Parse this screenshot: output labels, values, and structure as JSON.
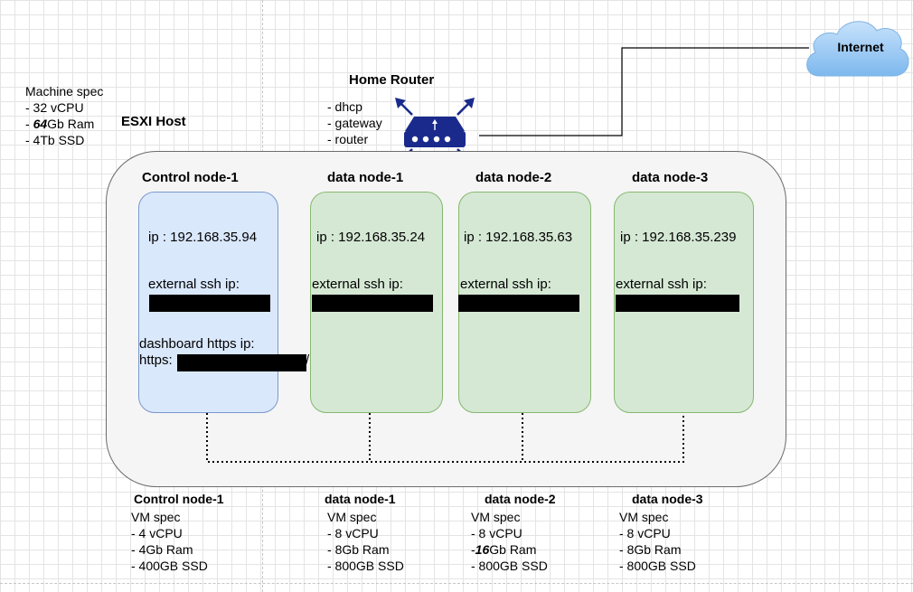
{
  "machine_spec": {
    "title": "Machine spec",
    "lines": [
      "- 32 vCPU",
      "- ",
      "64",
      "Gb Ram",
      "- 4Tb SSD"
    ]
  },
  "esxi_host": {
    "label": "ESXI Host"
  },
  "router": {
    "title": "Home Router",
    "features": [
      "- dhcp",
      "- gateway",
      "- router"
    ]
  },
  "internet": {
    "label": "Internet"
  },
  "nodes": [
    {
      "title": "Control node-1",
      "ip": "ip : 192.168.35.94",
      "external_label": "external ssh ip:",
      "dashboard_label": "dashboard https ip:",
      "dashboard_prefix": "https:",
      "dashboard_suffix": "/",
      "color": "#dae8fc"
    },
    {
      "title": "data node-1",
      "ip": "ip : 192.168.35.24",
      "external_label": "external ssh ip:",
      "color": "#d5e8d4"
    },
    {
      "title": "data node-2",
      "ip": "ip : 192.168.35.63",
      "external_label": "external ssh ip:",
      "color": "#d5e8d4"
    },
    {
      "title": "data node-3",
      "ip": "ip : 192.168.35.239",
      "external_label": "external ssh ip:",
      "color": "#d5e8d4"
    }
  ],
  "vm_specs": [
    {
      "title": "Control node-1",
      "heading": "VM spec",
      "cpu": "- 4 vCPU",
      "ram_prefix": "- ",
      "ram_value": "4",
      "ram_suffix": "Gb Ram",
      "ssd": "- 400GB SSD"
    },
    {
      "title": "data node-1",
      "heading": "VM spec",
      "cpu": "- 8 vCPU",
      "ram_prefix": "- ",
      "ram_value": "8",
      "ram_suffix": "Gb Ram",
      "ssd": "- 800GB SSD"
    },
    {
      "title": "data node-2",
      "heading": "VM spec",
      "cpu": "- 8 vCPU",
      "ram_prefix": "-",
      "ram_value": "16",
      "ram_suffix": "Gb Ram",
      "ssd": "- 800GB SSD"
    },
    {
      "title": "data node-3",
      "heading": "VM spec",
      "cpu": "- 8 vCPU",
      "ram_prefix": "- ",
      "ram_value": "8",
      "ram_suffix": "Gb Ram",
      "ssd": "- 800GB SSD"
    }
  ],
  "icons": {
    "router": "router-icon",
    "cloud": "cloud-icon"
  },
  "colors": {
    "router_blue": "#1a2a8c",
    "cloud_blue": "#9ccbf2",
    "control_fill": "#dae8fc",
    "data_fill": "#d5e8d4"
  }
}
